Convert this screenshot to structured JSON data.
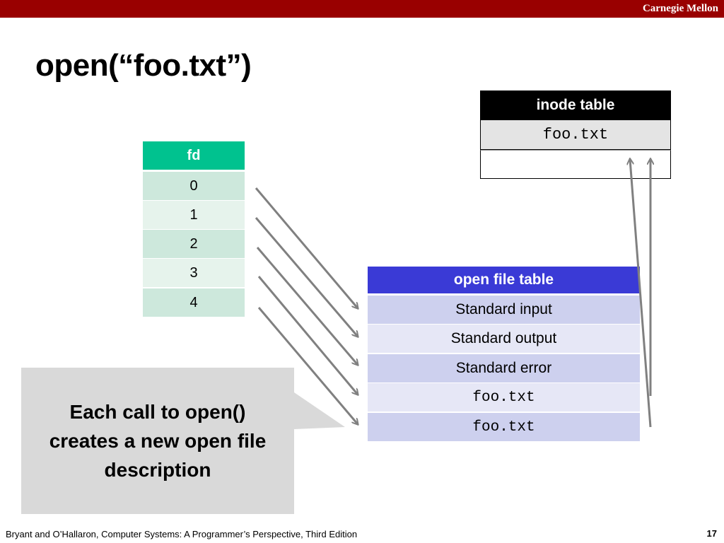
{
  "header": {
    "brand": "Carnegie Mellon"
  },
  "title": "open(“foo.txt”)",
  "fd_table": {
    "header": "fd",
    "rows": [
      "0",
      "1",
      "2",
      "3",
      "4"
    ]
  },
  "open_file_table": {
    "header": "open file table",
    "rows": [
      "Standard input",
      "Standard output",
      "Standard error",
      "foo.txt",
      "foo.txt"
    ]
  },
  "inode_table": {
    "header": "inode table",
    "rows": [
      "foo.txt",
      ""
    ]
  },
  "callout": {
    "lines": [
      "Each call to open()",
      "creates a new open file",
      "description"
    ]
  },
  "footer": {
    "citation": "Bryant and O’Hallaron, Computer Systems: A Programmer’s Perspective, Third Edition",
    "page": "17"
  },
  "colors": {
    "brand_bar": "#990000",
    "fd_header": "#00c28f",
    "oft_header": "#3a3ad6",
    "inode_header": "#000000",
    "arrow": "#808080"
  }
}
